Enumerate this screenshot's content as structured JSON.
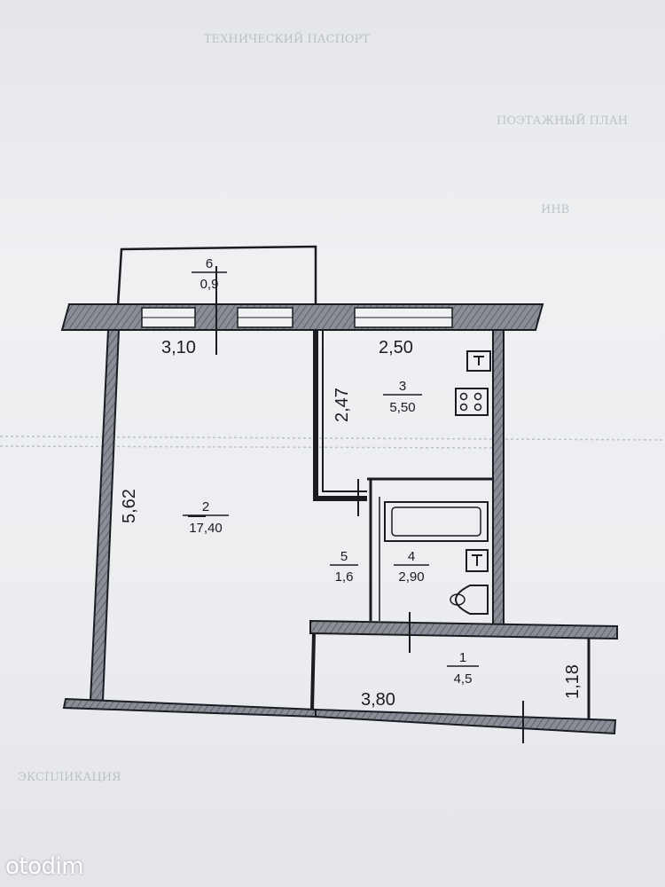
{
  "background_ghost_text": [
    "ТЕХНИЧЕСКИЙ ПАСПОРТ",
    "ПОЭТАЖНЫЙ ПЛАН",
    "ИНВ",
    "ЭКСПЛИКАЦИЯ"
  ],
  "dimensions": {
    "balcony_width": "3,10",
    "kitchen_width": "2,50",
    "kitchen_depth": "2,47",
    "living_depth": "5,62",
    "hall_width": "3,80",
    "hall_depth": "1,18"
  },
  "rooms": [
    {
      "number": "6",
      "area": "0,9"
    },
    {
      "number": "3",
      "area": "5,50"
    },
    {
      "number": "2",
      "area": "17,40"
    },
    {
      "number": "5",
      "area": "1,6"
    },
    {
      "number": "4",
      "area": "2,90"
    },
    {
      "number": "1",
      "area": "4,5"
    }
  ],
  "watermark": "otodim",
  "colors": {
    "wall_fill": "#7d8088",
    "ink": "#1a1c22",
    "paper": "#e9ebee"
  }
}
